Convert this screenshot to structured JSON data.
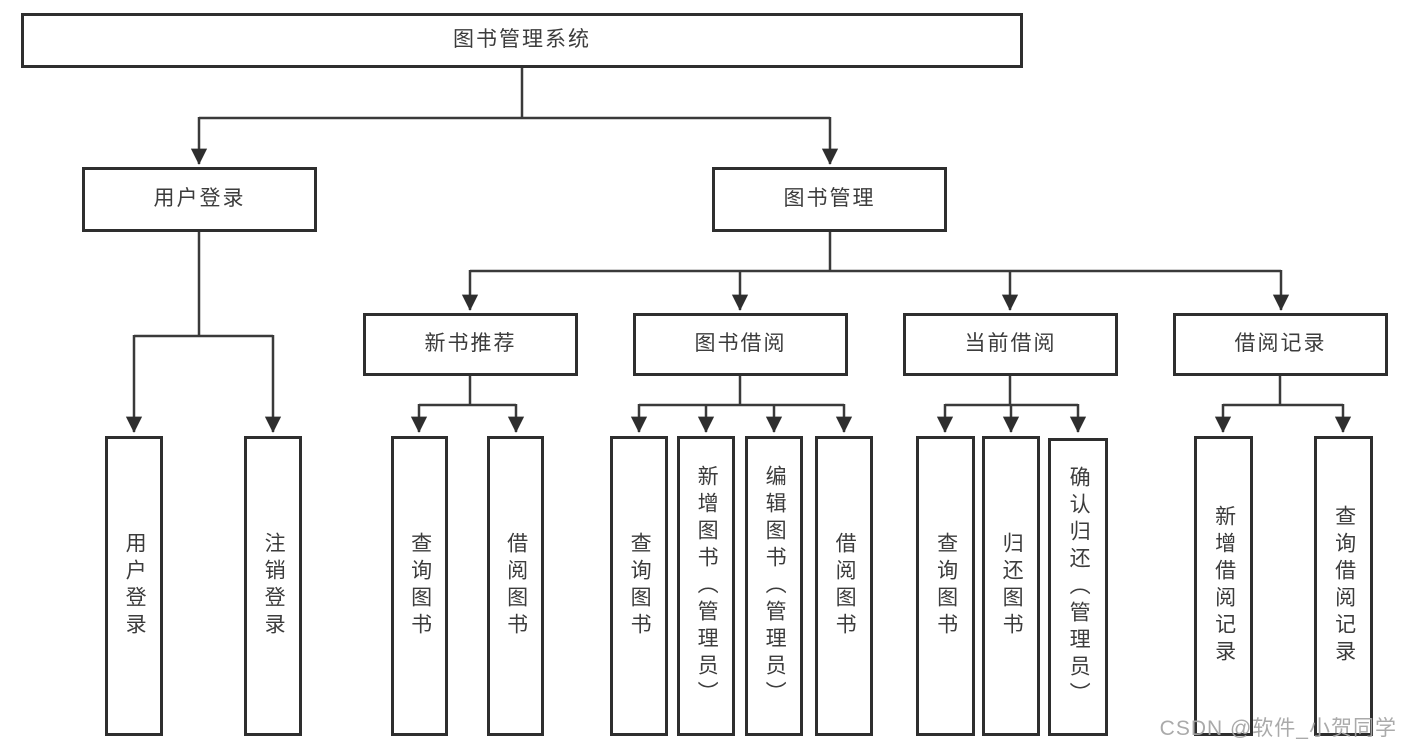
{
  "watermark": "CSDN @软件_小贺同学",
  "nodes": {
    "root": "图书管理系统",
    "user_login": "用户登录",
    "book_mgmt": "图书管理",
    "new_book_rec": "新书推荐",
    "book_borrow": "图书借阅",
    "current_borrow": "当前借阅",
    "borrow_record": "借阅记录",
    "leaf_user_login": "用户登录",
    "leaf_logout": "注销登录",
    "leaf_query_book_rec": "查询图书",
    "leaf_borrow_book_rec": "借阅图书",
    "leaf_query_book_borrow": "查询图书",
    "leaf_add_book_admin": "新增图书（管理员）",
    "leaf_edit_book_admin": "编辑图书（管理员）",
    "leaf_borrow_book_borrow": "借阅图书",
    "leaf_query_book_current": "查询图书",
    "leaf_return_book": "归还图书",
    "leaf_confirm_return_admin": "确认归还（管理员）",
    "leaf_add_borrow_record": "新增借阅记录",
    "leaf_query_borrow_record": "查询借阅记录"
  }
}
